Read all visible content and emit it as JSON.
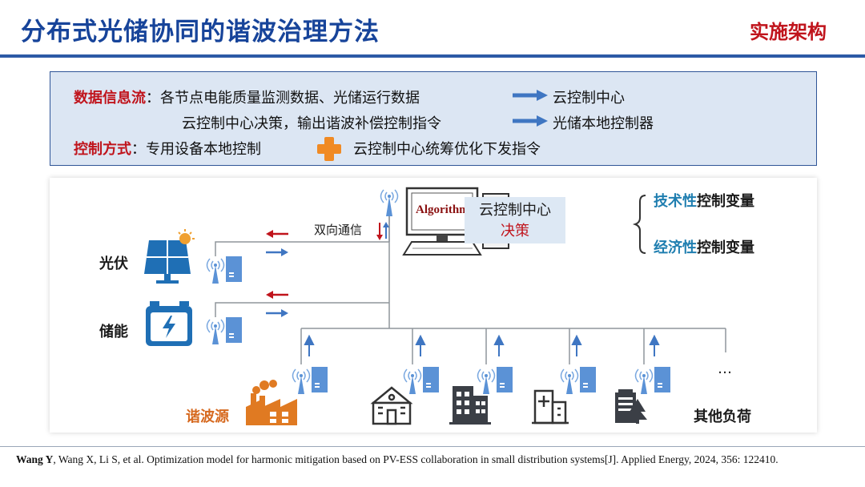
{
  "header": {
    "title": "分布式光储协同的谐波治理方法",
    "section_tag": "实施架构"
  },
  "info": {
    "flow_label": "数据信息流",
    "colon": "：",
    "line1_text": "各节点电能质量监测数据、光储运行数据",
    "line1_target": "云控制中心",
    "line2_text": "云控制中心决策，输出谐波补偿控制指令",
    "line2_target": "光储本地控制器",
    "mode_label": "控制方式",
    "mode_left": "专用设备本地控制",
    "mode_right": "云控制中心统筹优化下发指令"
  },
  "diagram": {
    "algorithm": "Algorithm",
    "comm_label": "双向通信",
    "cloud_line1": "云控制中心",
    "cloud_line2": "决策",
    "var_tech_a": "技术性",
    "var_tech_b": "控制变量",
    "var_econ_a": "经济性",
    "var_econ_b": "控制变量",
    "pv_label": "光伏",
    "storage_label": "储能",
    "harmonic_label": "谐波源",
    "other_loads_label": "其他负荷",
    "ellipsis": "…"
  },
  "citation": {
    "author_bold": "Wang Y",
    "text": ", Wang X, Li S, et al. Optimization model for harmonic mitigation based on PV-ESS collaboration in small distribution systems[J]. Applied Energy, 2024, 356:  122410."
  },
  "colors": {
    "title_blue": "#17449a",
    "accent_red": "#c0141c",
    "arrow_blue": "#3f76c2",
    "icon_blue": "#1f6fb5",
    "orange": "#f08a24"
  }
}
